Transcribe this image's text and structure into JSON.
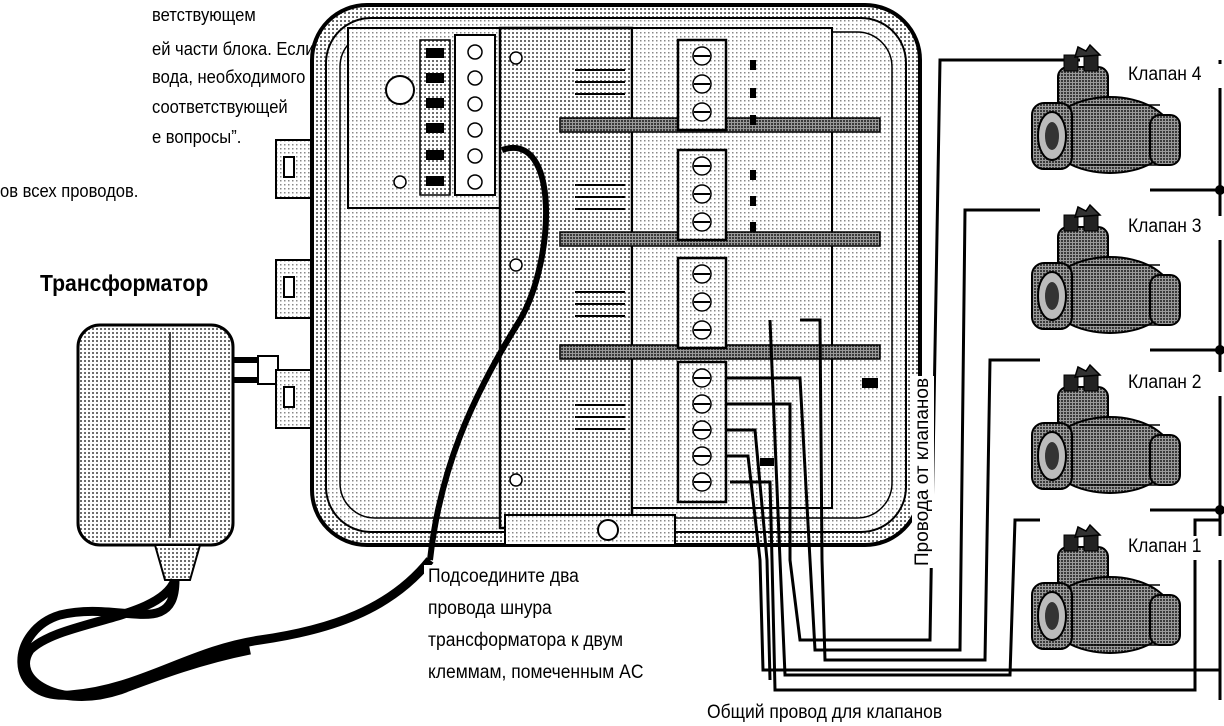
{
  "intro_lines": [
    "ветствующем",
    "ей части блока. Если",
    "вода, необходимого",
    "соответствующей",
    "е вопросы”.",
    "ов всех проводов."
  ],
  "transformer_label": "Трансформатор",
  "valve_labels": [
    "Клапан 4",
    "Клапан 3",
    "Клапан 2",
    "Клапан 1"
  ],
  "connect_note_lines": [
    "Подсоедините два",
    "провода шнура",
    "трансформатора к двум",
    "клеммам, помеченным AC"
  ],
  "common_wire_label": "Общий провод для клапанов",
  "valve_wires_label": "Провода от клапанов"
}
